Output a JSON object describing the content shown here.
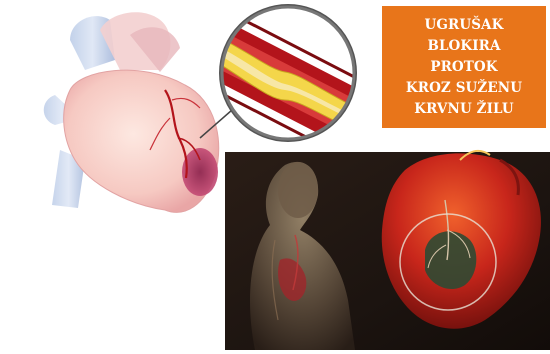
{
  "caption": {
    "lines": [
      "UGRUŠAK",
      "BLOKIRA",
      "PROTOK",
      "KROZ SUŽENU",
      "KRVNU ŽILU"
    ],
    "background": "#e8751a",
    "text_color": "#ffffff"
  },
  "illustrations": [
    {
      "name": "heart-illustration",
      "description": "pale heart with coronary artery and dark infarct area"
    },
    {
      "name": "artery-cross-section",
      "description": "magnified artery narrowed by yellow plaque"
    },
    {
      "name": "human-torso-photo",
      "description": "anatomical torso with heart on dark background"
    },
    {
      "name": "red-heart-closeup",
      "description": "red heart with highlighted damaged region"
    }
  ],
  "colors": {
    "artery_wall": "#b3141b",
    "plaque": "#f4d64a",
    "dark_background": "#1c1410"
  }
}
